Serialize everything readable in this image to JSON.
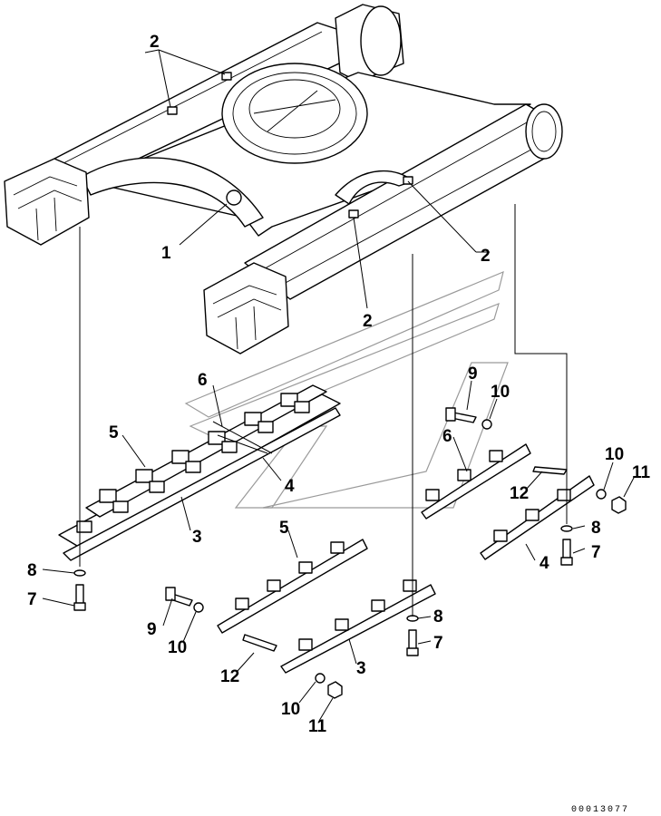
{
  "callouts": [
    {
      "id": "c2a",
      "text": "2"
    },
    {
      "id": "c1",
      "text": "1"
    },
    {
      "id": "c2b",
      "text": "2"
    },
    {
      "id": "c2c",
      "text": "2"
    },
    {
      "id": "c6a",
      "text": "6"
    },
    {
      "id": "c5a",
      "text": "5"
    },
    {
      "id": "c4a",
      "text": "4"
    },
    {
      "id": "c3a",
      "text": "3"
    },
    {
      "id": "c8a",
      "text": "8"
    },
    {
      "id": "c7a",
      "text": "7"
    },
    {
      "id": "c9a",
      "text": "9"
    },
    {
      "id": "c10a",
      "text": "10"
    },
    {
      "id": "c6b",
      "text": "6"
    },
    {
      "id": "c12a",
      "text": "12"
    },
    {
      "id": "c10b",
      "text": "10"
    },
    {
      "id": "c11a",
      "text": "11"
    },
    {
      "id": "c8b",
      "text": "8"
    },
    {
      "id": "c7b",
      "text": "7"
    },
    {
      "id": "c4b",
      "text": "4"
    },
    {
      "id": "c5b",
      "text": "5"
    },
    {
      "id": "c9b",
      "text": "9"
    },
    {
      "id": "c10c",
      "text": "10"
    },
    {
      "id": "c12b",
      "text": "12"
    },
    {
      "id": "c8c",
      "text": "8"
    },
    {
      "id": "c7c",
      "text": "7"
    },
    {
      "id": "c3b",
      "text": "3"
    },
    {
      "id": "c10d",
      "text": "10"
    },
    {
      "id": "c11b",
      "text": "11"
    }
  ],
  "document_number": "00013077"
}
